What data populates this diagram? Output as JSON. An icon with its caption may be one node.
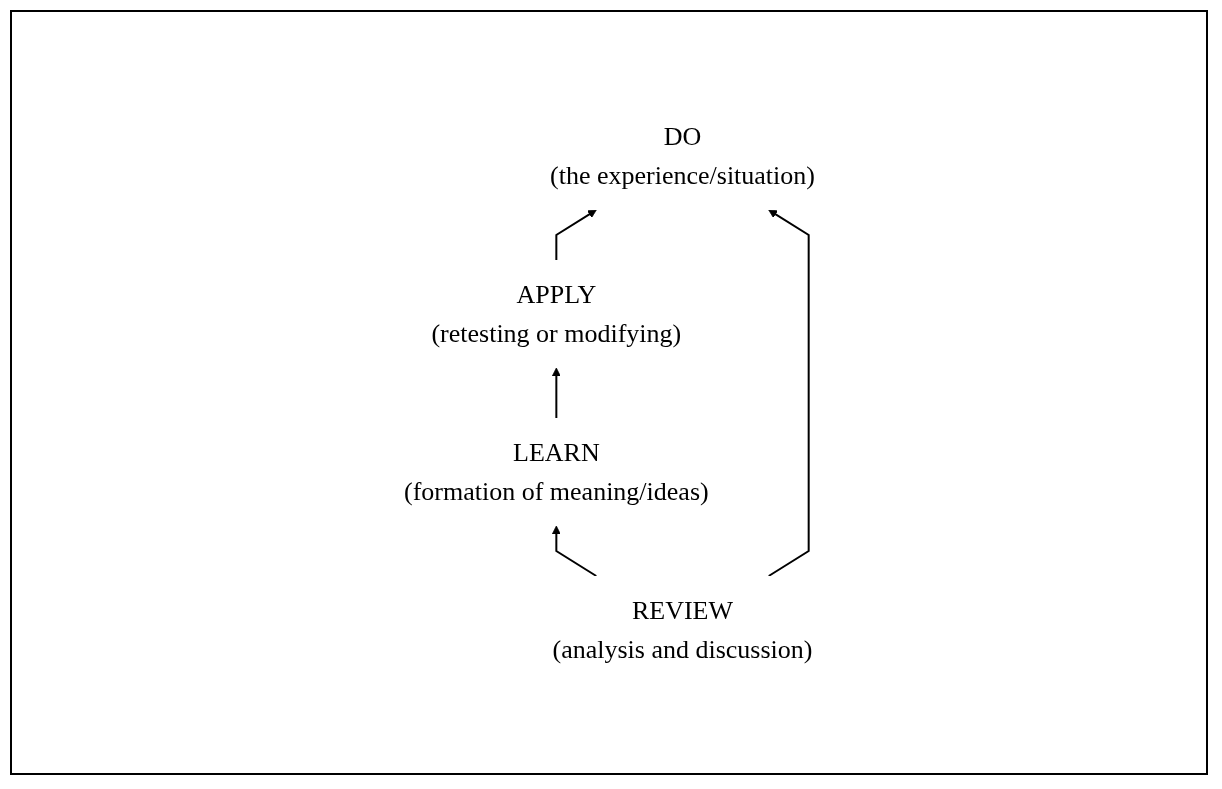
{
  "diagram": {
    "nodes": [
      {
        "text": [
          "DO",
          "(the experience/situation)"
        ]
      },
      {
        "text": [
          "APPLY",
          "(retesting or modifying)"
        ]
      },
      {
        "text": [
          "REVIEW",
          "(analysis and discussion)"
        ]
      },
      {
        "text": [
          "LEARN",
          "(formation of meaning/ideas)"
        ]
      }
    ],
    "edges": [
      {
        "from": 1,
        "to": 0,
        "arrow": "to"
      },
      {
        "from": 2,
        "to": 0,
        "arrow": "to"
      },
      {
        "from": 2,
        "to": 3,
        "arrow": "to"
      },
      {
        "from": 3,
        "to": 1,
        "arrow": "to"
      }
    ]
  }
}
